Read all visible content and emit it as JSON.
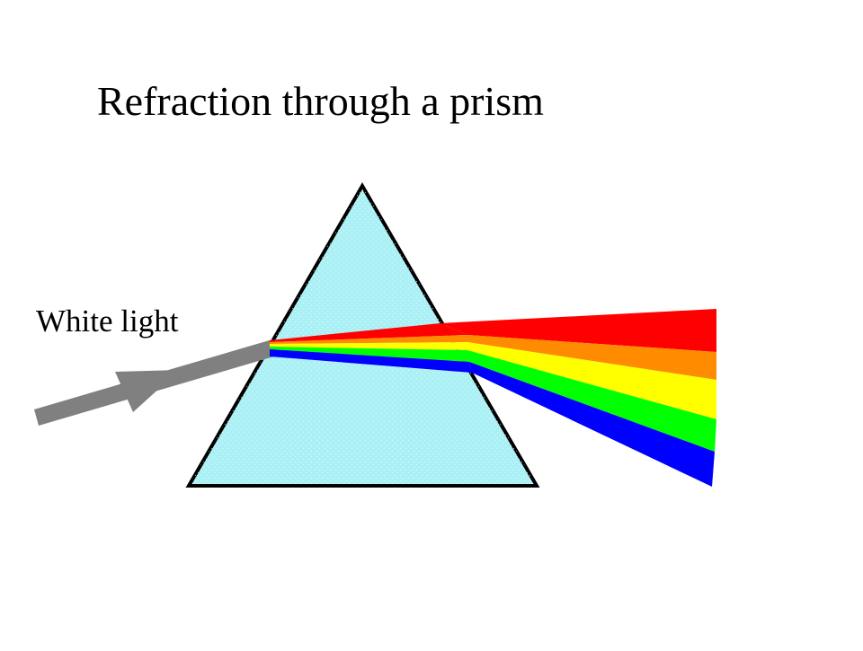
{
  "diagram": {
    "title": "Refraction through a prism",
    "incoming_label": "White light",
    "colors": {
      "prism_fill": "#aaf0f5",
      "prism_stroke": "#000000",
      "light_beam": "#808080",
      "spectrum": [
        "#ff0000",
        "#ff8c00",
        "#ffff00",
        "#00ff00",
        "#0000ff"
      ]
    },
    "spectrum_bands": [
      "red",
      "orange",
      "yellow",
      "green",
      "blue"
    ]
  }
}
